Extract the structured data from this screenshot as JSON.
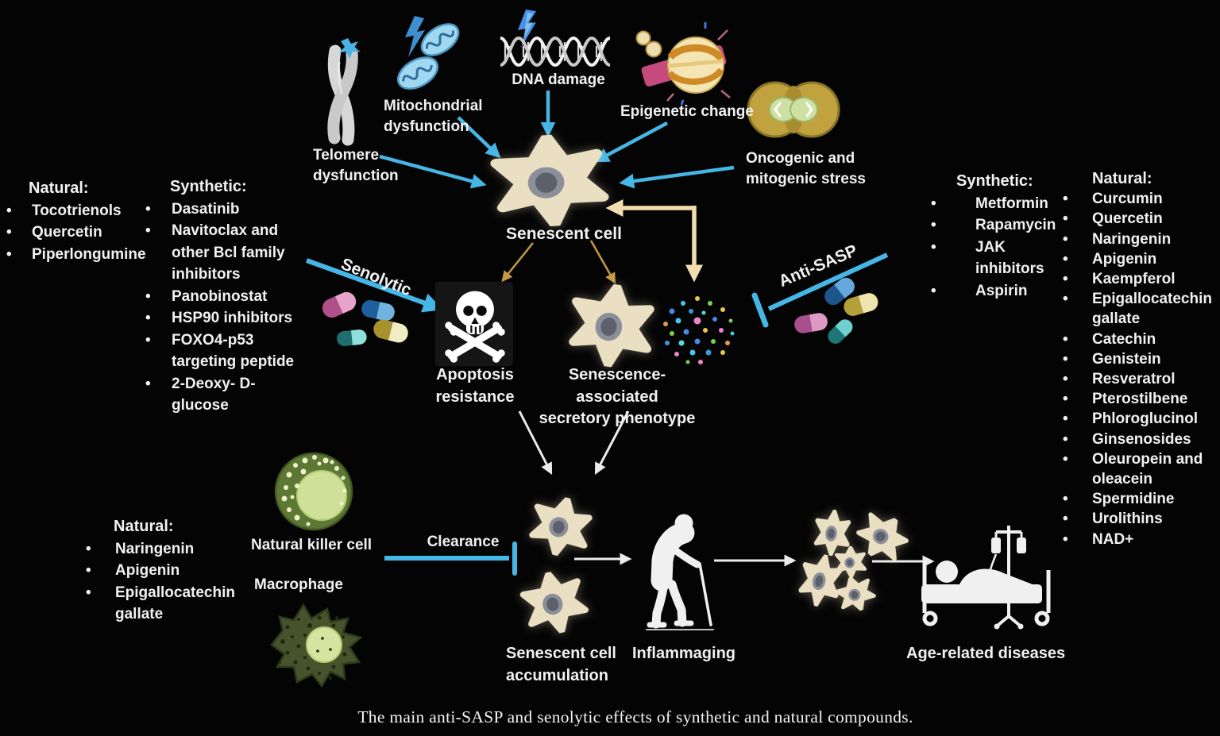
{
  "figure": {
    "caption": "The main anti-SASP and senolytic effects of synthetic and natural compounds."
  },
  "stressors": {
    "telomere": "Telomere\ndysfunction",
    "mitochondrial": "Mitochondrial\ndysfunction",
    "dna": "DNA damage",
    "epigenetic": "Epigenetic change",
    "oncogenic": "Oncogenic and\nmitogenic stress"
  },
  "center": {
    "senescent_cell": "Senescent cell",
    "senolytic": "Senolytic",
    "anti_sasp": "Anti-SASP",
    "apoptosis_resistance": "Apoptosis\nresistance",
    "sasp": "Senescence-associated\nsecretory phenotype",
    "clearance": "Clearance",
    "nk_cell": "Natural killer cell",
    "macrophage": "Macrophage",
    "accumulation": "Senescent cell\naccumulation",
    "inflammaging": "Inflammaging",
    "age_related": "Age-related diseases"
  },
  "lists": {
    "left_natural": {
      "header": "Natural:",
      "items": [
        "Tocotrienols",
        "Quercetin",
        "Piperlongumine"
      ]
    },
    "left_synthetic": {
      "header": "Synthetic:",
      "items": [
        "Dasatinib",
        "Navitoclax and other Bcl family inhibitors",
        "Panobinostat",
        "HSP90 inhibitors",
        "FOXO4-p53 targeting peptide",
        "2-Deoxy- D- glucose"
      ]
    },
    "right_synthetic": {
      "header": "Synthetic:",
      "items": [
        "Metformin",
        "Rapamycin",
        "JAK inhibitors",
        "Aspirin"
      ]
    },
    "right_natural": {
      "header": "Natural:",
      "items": [
        "Curcumin",
        "Quercetin",
        "Naringenin",
        "Apigenin",
        "Kaempferol",
        "Epigallocatechin gallate",
        "Catechin",
        "Genistein",
        "Resveratrol",
        "Pterostilbene",
        "Phloroglucinol",
        "Ginsenosides",
        "Oleuropein and oleacein",
        "Spermidine",
        "Urolithins",
        "NAD+"
      ]
    },
    "bottom_natural": {
      "header": "Natural:",
      "items": [
        "Naringenin",
        "Apigenin",
        "Epigallocatechin gallate"
      ]
    }
  },
  "icons": [
    "chromosome-icon",
    "mitochondria-icon",
    "dna-icon",
    "lightning-icon",
    "histone-icon",
    "dividing-cell-icon",
    "senescent-cell-icon",
    "pill-icon",
    "skull-crossbones-icon",
    "sasp-factors-icon",
    "nk-cell-icon",
    "macrophage-icon",
    "elderly-person-icon",
    "hospital-bed-icon"
  ],
  "colors": {
    "background": "#040404",
    "arrow_blue": "#46b6e6",
    "arrow_tan": "#f1ddad",
    "arrow_thin_tan": "#c59a44",
    "arrow_white": "#ebebeb",
    "cell_fill": "#eadfc2",
    "text": "#f1f1f1"
  }
}
